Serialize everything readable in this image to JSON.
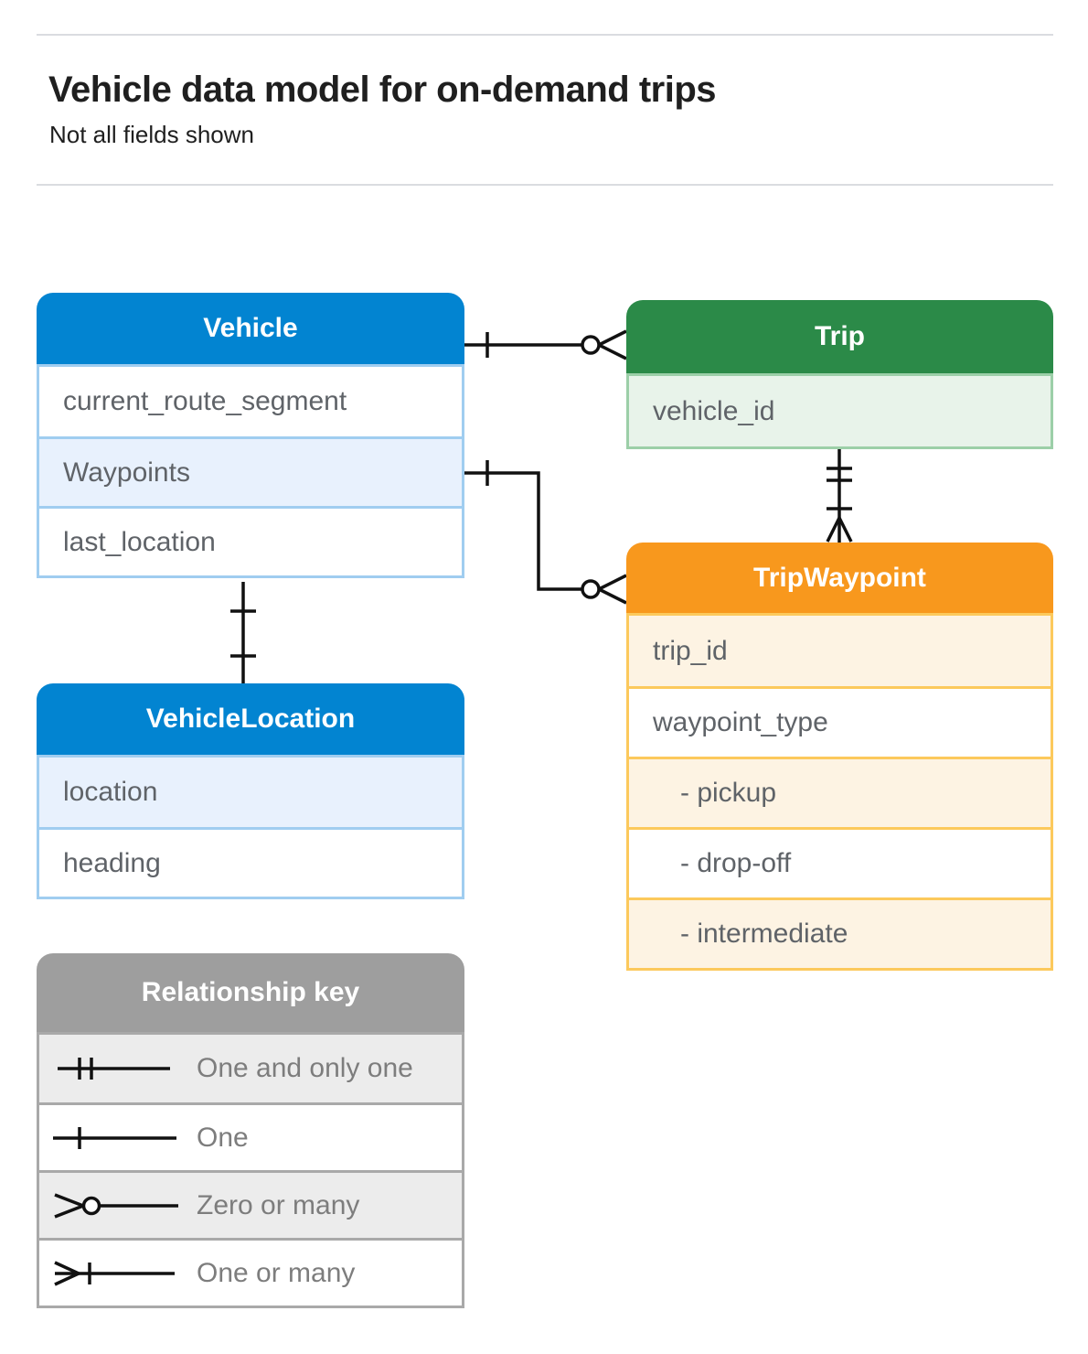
{
  "page": {
    "title": "Vehicle data model for on-demand trips",
    "subtitle": "Not all fields shown"
  },
  "colors": {
    "blue": "#0284d1",
    "green": "#2b8a48",
    "orange": "#f8981d",
    "grayHeader": "#9e9e9e",
    "lightBlue": "#e8f1fd",
    "lightGreen": "#e8f3ea",
    "lightOrange": "#fdf3e3",
    "lightGray": "#ececec",
    "borderBlue": "#a0cdf0",
    "borderGreen": "#9ccfa8",
    "borderOrange": "#fcc95c",
    "borderGray": "#a9a9a9",
    "line": "#111111",
    "fieldText": "#5f6368",
    "legendText": "#7d7d7d",
    "titleText": "#1f1f1f",
    "rule": "#dadce0"
  },
  "entities": {
    "vehicle": {
      "title": "Vehicle",
      "fields": [
        "current_route_segment",
        "Waypoints",
        "last_location"
      ]
    },
    "trip": {
      "title": "Trip",
      "fields": [
        "vehicle_id"
      ]
    },
    "tripWaypoint": {
      "title": "TripWaypoint",
      "fields": [
        "trip_id",
        "waypoint_type",
        "- pickup",
        "- drop-off",
        "- intermediate"
      ]
    },
    "vehicleLocation": {
      "title": "VehicleLocation",
      "fields": [
        "location",
        "heading"
      ]
    }
  },
  "relationships": [
    {
      "from": "Vehicle",
      "to": "Trip",
      "from_end": "one",
      "to_end": "zero-or-many"
    },
    {
      "from": "Vehicle.Waypoints",
      "to": "TripWaypoint",
      "from_end": "one",
      "to_end": "zero-or-many"
    },
    {
      "from": "Trip",
      "to": "TripWaypoint",
      "from_end": "one-and-only-one",
      "to_end": "one-or-many"
    },
    {
      "from": "Vehicle",
      "to": "VehicleLocation",
      "from_end": "one",
      "to_end": "one"
    }
  ],
  "legend": {
    "title": "Relationship key",
    "items": [
      {
        "symbol": "one-and-only-one",
        "label": "One and only one"
      },
      {
        "symbol": "one",
        "label": "One"
      },
      {
        "symbol": "zero-or-many",
        "label": "Zero or many"
      },
      {
        "symbol": "one-or-many",
        "label": "One or many"
      }
    ]
  }
}
